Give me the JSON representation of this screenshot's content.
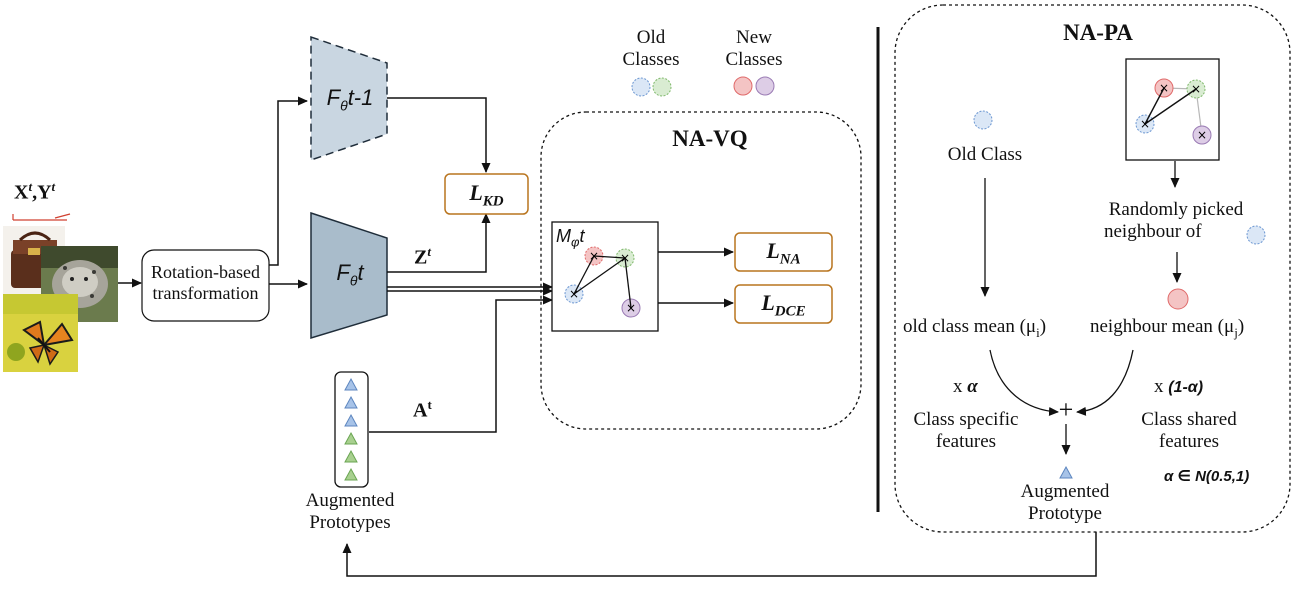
{
  "input_label": {
    "x": "X",
    "sup1": "t",
    "y": "Y",
    "sup2": "t"
  },
  "transform_box": {
    "line1": "Rotation-based",
    "line2": "transformation"
  },
  "old_model": {
    "f": "F",
    "theta": "θ",
    "t": "t-1"
  },
  "new_model": {
    "f": "F",
    "theta": "θ",
    "t": "t"
  },
  "z_label": {
    "z": "Z",
    "sup": "t"
  },
  "a_label": {
    "a": "A",
    "sup": "t"
  },
  "loss_kd": {
    "l": "L",
    "sub": "KD"
  },
  "loss_na": {
    "l": "L",
    "sub": "NA"
  },
  "loss_dce": {
    "l": "L",
    "sub": "DCE"
  },
  "mphi_label": {
    "m": "M",
    "phi": "φ",
    "t": "t"
  },
  "na_vq_title": "NA-VQ",
  "na_pa_title": "NA-PA",
  "legend": {
    "old_line1": "Old",
    "old_line2": "Classes",
    "new_line1": "New",
    "new_line2": "Classes"
  },
  "prototypes_label": {
    "line1": "Augmented",
    "line2": "Prototypes"
  },
  "napa": {
    "old_class": "Old Class",
    "randomly_line1": "Randomly picked",
    "randomly_line2": "neighbour of",
    "old_mean": "old class mean (μ",
    "old_mean_sub": "i",
    "old_mean_close": ")",
    "neigh_mean": "neighbour mean (μ",
    "neigh_mean_sub": "j",
    "neigh_mean_close": ")",
    "x_alpha": "x ",
    "alpha": "α",
    "x_one_minus": "x ",
    "one_minus_alpha": "(1-α)",
    "specific_line1": "Class specific",
    "specific_line2": "features",
    "shared_line1": "Class shared",
    "shared_line2": "features",
    "plus": "+",
    "alpha_dist": "α ∈ N(0.5,1)",
    "aug_line1": "Augmented",
    "aug_line2": "Prototype"
  },
  "colors": {
    "old_blue": "#dbe7f6",
    "old_green": "#d9ecd2",
    "new_red": "#f4c4c4",
    "new_purple": "#ddcde6",
    "model_fill": "#a9bccb",
    "loss_border": "#b9751f",
    "proto_blue": "#a7c3e8",
    "proto_green": "#a8d08f"
  }
}
